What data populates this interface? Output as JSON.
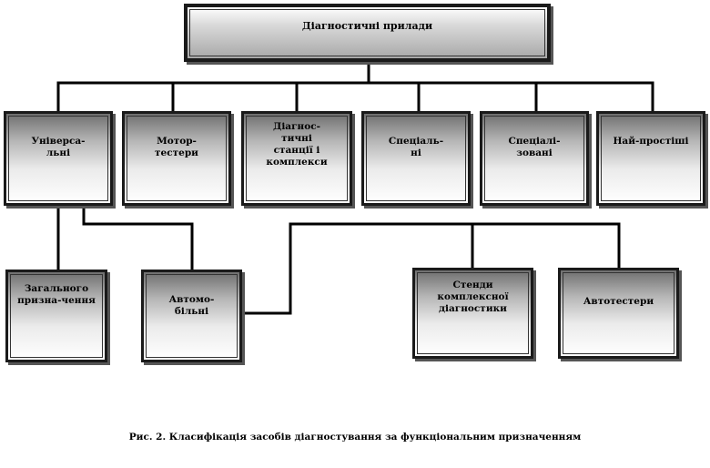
{
  "root": {
    "label": "Діагностичні прилади"
  },
  "categories": [
    {
      "label": "Універса-\nльні"
    },
    {
      "label": "Мотор-\nтестери"
    },
    {
      "label": "Діагнос-\nтичні\nстанції і\nкомплекси"
    },
    {
      "label": "Спеціаль-\nні"
    },
    {
      "label": "Спеціалі-\nзовані"
    },
    {
      "label": "Най-простіші"
    }
  ],
  "subcategories": [
    {
      "label": "Загального\nпризна-чення"
    },
    {
      "label": "Автомо-\nбільні"
    },
    {
      "label": "Стенди\nкомплексної\nдіагностики"
    },
    {
      "label": "Автотестери"
    }
  ],
  "caption": "Рис. 2. Класифікація засобів діагностування за функціональним призначенням",
  "colors": {
    "line": "#000000",
    "border": "#1a1a1a",
    "shadow": "#555555"
  }
}
